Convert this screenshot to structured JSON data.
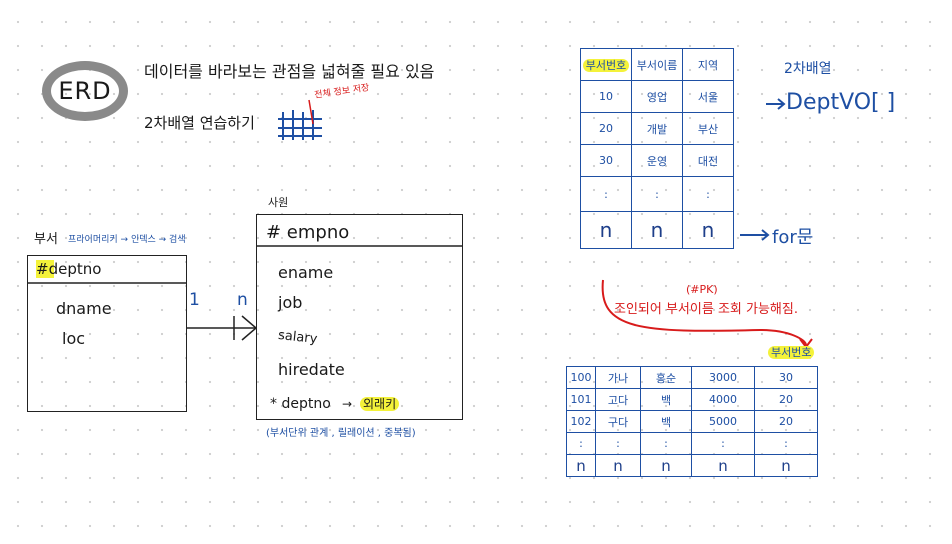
{
  "top": {
    "erd_label": "ERD",
    "line1": "데이터를 바라보는 관점을 넓혀줄 필요 있음",
    "line2": "2차배열 연습하기",
    "red_note": "전체 정보 저장"
  },
  "dept_entity": {
    "name": "부서",
    "note": "프라이머리키 → 인덱스 → 검색",
    "pk": "#deptno",
    "attrs": [
      "dname",
      "loc"
    ]
  },
  "relation": {
    "left": "1",
    "right": "n"
  },
  "emp_entity": {
    "name": "사원",
    "pk": "# empno",
    "attrs": [
      "ename",
      "job",
      "salary",
      "hiredate"
    ],
    "fk": "* deptno",
    "fk_tag": "외래키",
    "bottom_note": "(부서단위 관계 , 릴레이션 , 중복됨)"
  },
  "dept_table": {
    "headers": [
      "부서번호",
      "부서이름",
      "지역"
    ],
    "rows": [
      [
        "10",
        "영업",
        "서울"
      ],
      [
        "20",
        "개발",
        "부산"
      ],
      [
        "30",
        "운영",
        "대전"
      ],
      [
        ":",
        ":",
        ":"
      ],
      [
        "n",
        "n",
        "n"
      ]
    ],
    "label": "2차배열",
    "arrow_label": "DeptVO[ ]",
    "for_label": "for문"
  },
  "join_note": {
    "pk": "(#PK)",
    "text": "조인되어 부서이름 조회 가능해짐."
  },
  "emp_table": {
    "header": "부서번호",
    "rows": [
      [
        "100",
        "가나",
        "홍순",
        "3000",
        "30"
      ],
      [
        "101",
        "고다",
        "백",
        "4000",
        "20"
      ],
      [
        "102",
        "구다",
        "백",
        "5000",
        "20"
      ],
      [
        ":",
        ":",
        ":",
        ":",
        ":"
      ],
      [
        "n",
        "n",
        "n",
        "n",
        "n"
      ]
    ]
  }
}
